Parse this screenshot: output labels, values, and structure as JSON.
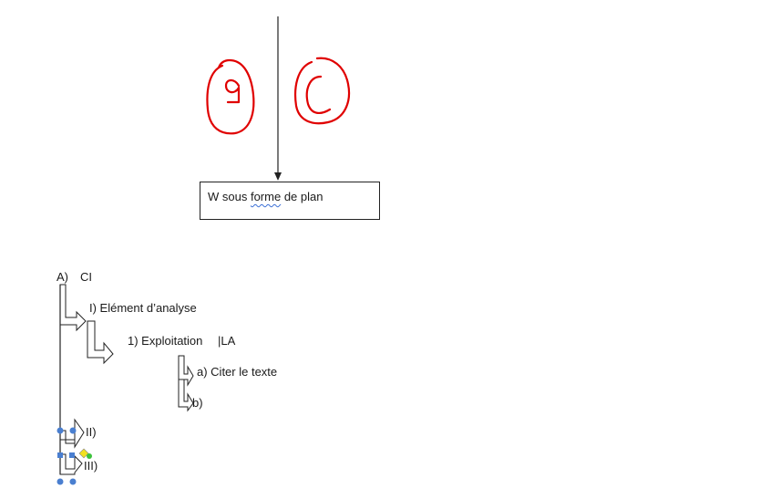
{
  "handwriting": {
    "left_glyph": "9",
    "right_glyph": "C",
    "ink_color": "#e00000"
  },
  "plan_box": {
    "text_before": "W sous ",
    "text_marked": "forme",
    "text_after": " de plan"
  },
  "outline": {
    "level_a": {
      "marker": "A)",
      "label": "CI"
    },
    "level_1": "I) Elément d’analyse",
    "level_2": "1) Exploitation",
    "level_2_suffix": "|LA",
    "level_3a": "a) Citer le texte",
    "level_3b": "b)",
    "level_ii": "II)",
    "level_iii": "III)"
  },
  "colors": {
    "line": "#222222",
    "selection_handle": "#4a7fd0",
    "rotate_handle_fill": "#f2e021",
    "adjust_handle": "#3cc23c",
    "spellcheck_underline": "#3b6fd6"
  }
}
